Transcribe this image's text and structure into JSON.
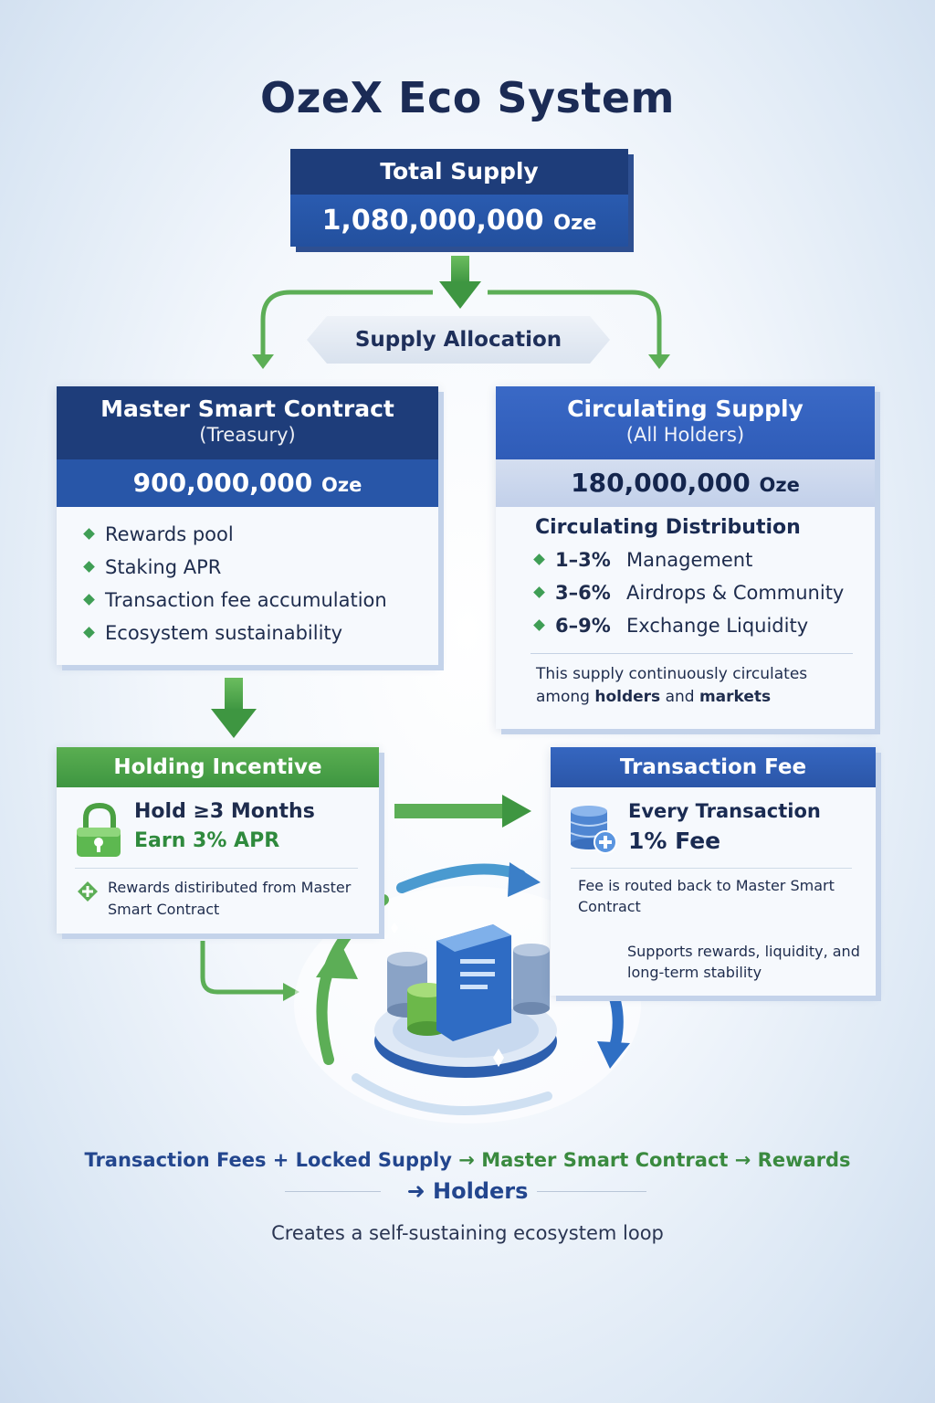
{
  "title": "OzeX Eco System",
  "total_supply": {
    "label": "Total Supply",
    "amount": "1,080,000,000",
    "unit": "Oze"
  },
  "allocation_label": "Supply Allocation",
  "master": {
    "title": "Master Smart Contract",
    "subtitle": "(Treasury)",
    "amount": "900,000,000",
    "unit": "Oze",
    "items": [
      "Rewards pool",
      "Staking APR",
      "Transaction fee accumulation",
      "Ecosystem sustainability"
    ]
  },
  "circulating": {
    "title": "Circulating Supply",
    "subtitle": "(All Holders)",
    "amount": "180,000,000",
    "unit": "Oze",
    "distribution_title": "Circulating Distribution",
    "items": [
      {
        "percent": "1–3%",
        "label": "Management"
      },
      {
        "percent": "3–6%",
        "label": "Airdrops & Community"
      },
      {
        "percent": "6–9%",
        "label": "Exchange Liquidity"
      }
    ],
    "note_start": "This supply continuously circulates among",
    "note_bold1": "holders",
    "note_mid": "and",
    "note_bold2": "markets"
  },
  "holding": {
    "title": "Holding Incentive",
    "line1": "Hold ≥3 Months",
    "line2": "Earn 3% APR",
    "note": "Rewards distiributed from Master Smart Contract"
  },
  "fee": {
    "title": "Transaction Fee",
    "line1": "Every Transaction",
    "line2": "1% Fee",
    "note": "Fee is routed back to Master Smart Contract",
    "note2": "Supports rewards, liquidity, and long-term stability"
  },
  "flow": {
    "part1": "Transaction Fees + Locked Supply",
    "part2": "Master Smart Contract",
    "part3": "Rewards",
    "part4": "Holders"
  },
  "tagline": "Creates a self-sustaining ecosystem loop",
  "colors": {
    "navy": "#1e3d7a",
    "blue": "#2f5cb8",
    "green": "#3e9641",
    "text": "#1e2c4d"
  }
}
